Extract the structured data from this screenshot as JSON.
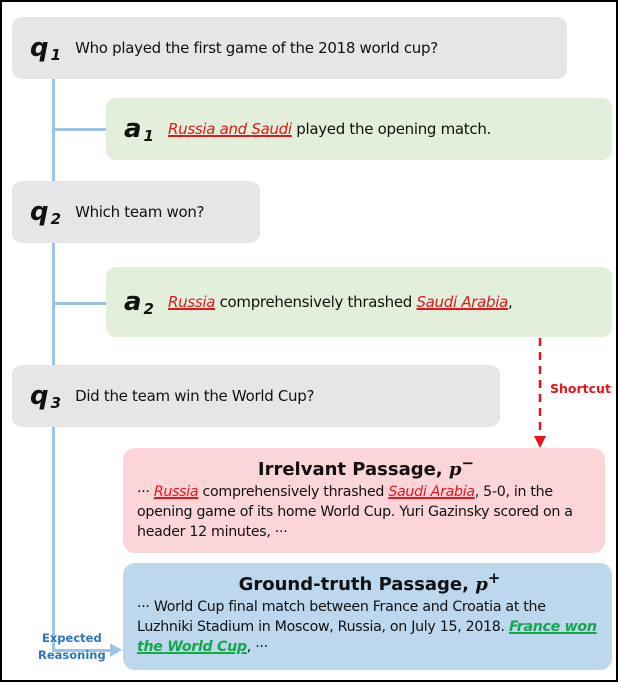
{
  "colors": {
    "question_bg": "#e6e6e6",
    "answer_bg": "#e2efda",
    "irrelevant_bg": "#fcd5d8",
    "groundtruth_bg": "#bdd7ee",
    "highlight_red": "#e8141b",
    "highlight_green": "#13a74a",
    "connector": "#9dc3e6",
    "expected_text": "#2e75b6"
  },
  "turns": [
    {
      "label": "q",
      "index": "1",
      "text": "Who played the first game of the 2018 world cup?"
    },
    {
      "label": "a",
      "index": "1",
      "highlight": "Russia and Saudi",
      "text": " played the opening match."
    },
    {
      "label": "q",
      "index": "2",
      "text": "Which team won?"
    },
    {
      "label": "a",
      "index": "2",
      "highlight1": "Russia",
      "mid": " comprehensively thrashed ",
      "highlight2": "Saudi Arabia",
      "tail": ","
    },
    {
      "label": "q",
      "index": "3",
      "text": "Did the team win the World Cup?"
    }
  ],
  "shortcut": {
    "label": "Shortcut"
  },
  "irrelevant": {
    "title": "Irrelvant Passage, ",
    "math": "p",
    "sup": "−",
    "prefix": "··· ",
    "highlight1": "Russia",
    "mid": " comprehensively thrashed ",
    "highlight2": "Saudi Arabia",
    "rest": ", 5-0, in the opening game of its home World Cup. Yuri Gazinsky scored on a header 12 minutes, ···"
  },
  "groundtruth": {
    "title": "Ground-truth Passage, ",
    "math": "p",
    "sup": "+",
    "text": "··· World Cup final match between France and Croatia at the Luzhniki Stadium in Moscow, Russia, on July 15, 2018. ",
    "highlight": "France won the World Cup",
    "tail": ", ···"
  },
  "expected": {
    "line1": "Expected",
    "line2": "Reasoning"
  }
}
